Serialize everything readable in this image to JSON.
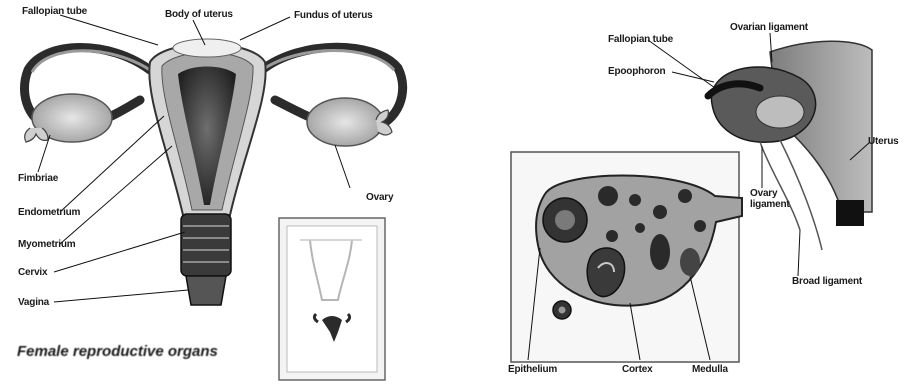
{
  "left_panel": {
    "title": "Female reproductive organs",
    "labels": {
      "fallopian_tube": "Fallopian tube",
      "body_of_uterus": "Body of uterus",
      "fundus_of_uterus": "Fundus of uterus",
      "fimbriae": "Fimbriae",
      "ovary": "Ovary",
      "endometrium": "Endometrium",
      "myometrium": "Myometrium",
      "cervix": "Cervix",
      "vagina": "Vagina"
    }
  },
  "right_panel": {
    "labels": {
      "fallopian_tube": "Fallopian tube",
      "ovarian_ligament": "Ovarian ligament",
      "epoophoron": "Epoophoron",
      "uterus": "Uterus",
      "ovary_ligament": "Ovary ligament",
      "broad_ligament": "Broad ligament",
      "epithelium": "Epithelium",
      "cortex": "Cortex",
      "medulla": "Medulla"
    }
  },
  "colors": {
    "ink": "#111111",
    "tissue_light": "#d9d9d9",
    "tissue_mid": "#9a9a9a",
    "tissue_dark": "#2b2b2b"
  }
}
